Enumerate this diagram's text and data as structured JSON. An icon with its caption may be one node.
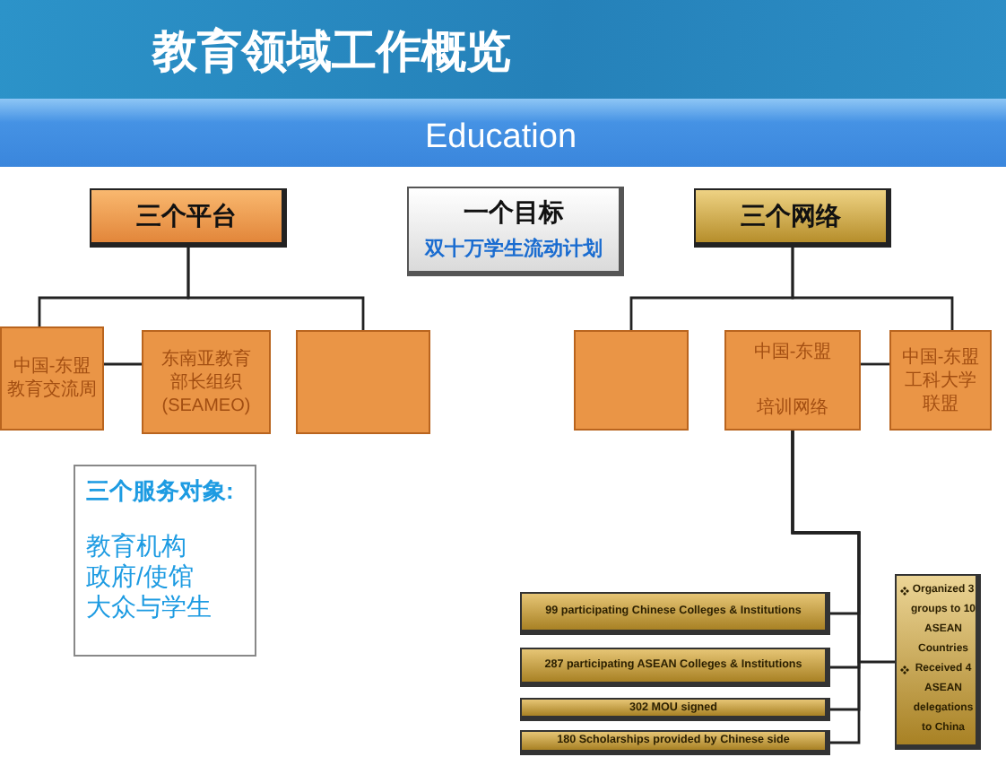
{
  "diagram": {
    "title": "教育领域工作概览",
    "nodes": [
      {
        "text": [
          "三个平台"
        ]
      },
      {
        "text": [
          "一个目标",
          "双十万学生流动计划"
        ]
      },
      {
        "text": [
          "三个网络"
        ]
      },
      {
        "text": [
          "中国-东盟教育交流周"
        ]
      },
      {
        "text": [
          "东南亚教育部长组织 (SEAMEO)"
        ]
      },
      {
        "text": [],
        "shape": "box"
      },
      {
        "text": [],
        "shape": "box"
      },
      {
        "text": [
          "中国-东盟",
          "培训网络"
        ]
      },
      {
        "text": [
          "中国-东盟工科大学联盟"
        ]
      },
      {
        "text": [
          "三个服务对象:",
          "教育机构",
          "政府/使馆",
          "大众与学生"
        ]
      },
      {
        "text": [
          "99 participating Chinese Colleges & Institutions"
        ]
      },
      {
        "text": [
          "287 participating ASEAN Colleges & Institutions"
        ]
      },
      {
        "text": [
          "302 MOU signed"
        ]
      },
      {
        "text": [
          "180 Scholarships provided by Chinese side"
        ]
      },
      {
        "text": [
          "Organized 3 groups to 10 ASEAN Countries",
          "Received 4 ASEAN delegations to China"
        ]
      }
    ],
    "edges": [
      {
        "from": 0,
        "to": 3,
        "arrow": "none"
      },
      {
        "from": 0,
        "to": 5,
        "arrow": "none"
      },
      {
        "from": 3,
        "to": 4,
        "arrow": "none"
      },
      {
        "from": 2,
        "to": 6,
        "arrow": "none"
      },
      {
        "from": 2,
        "to": 8,
        "arrow": "none"
      },
      {
        "from": 7,
        "to": 8,
        "arrow": "none"
      },
      {
        "from": 7,
        "to": 10,
        "arrow": "none"
      },
      {
        "from": 7,
        "to": 11,
        "arrow": "none"
      },
      {
        "from": 7,
        "to": 12,
        "arrow": "none"
      },
      {
        "from": 7,
        "to": 13,
        "arrow": "none"
      },
      {
        "from": 7,
        "to": 14,
        "arrow": "none"
      }
    ],
    "labels": [
      "Education"
    ]
  }
}
